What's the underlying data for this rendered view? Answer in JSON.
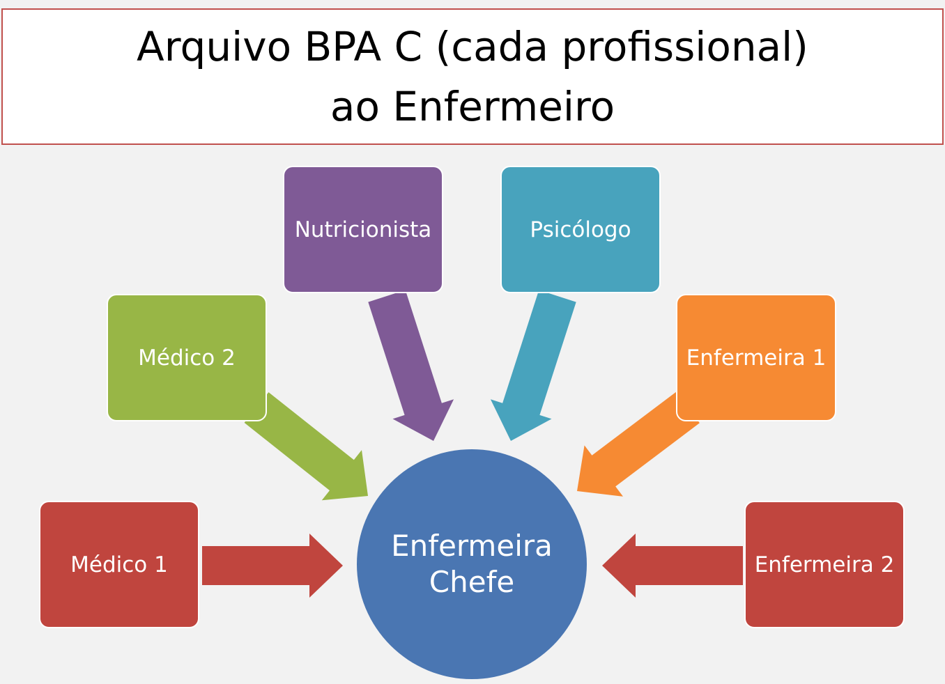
{
  "title": {
    "line1": "Arquivo BPA C (cada profissional)",
    "line2": "ao Enfermeiro"
  },
  "center": {
    "line1": "Enfermeira",
    "line2": "Chefe",
    "color": "#4a76b2"
  },
  "nodes": {
    "nutricionista": {
      "label": "Nutricionista",
      "color": "#7f5a96"
    },
    "psicologo": {
      "label": "Psicólogo",
      "color": "#48a3bd"
    },
    "medico2": {
      "label": "Médico 2",
      "color": "#98b646"
    },
    "enfermeira1": {
      "label": "Enfermeira 1",
      "color": "#f68a33"
    },
    "medico1": {
      "label": "Médico 1",
      "color": "#c0453e"
    },
    "enfermeira2": {
      "label": "Enfermeira 2",
      "color": "#c0453e"
    }
  }
}
